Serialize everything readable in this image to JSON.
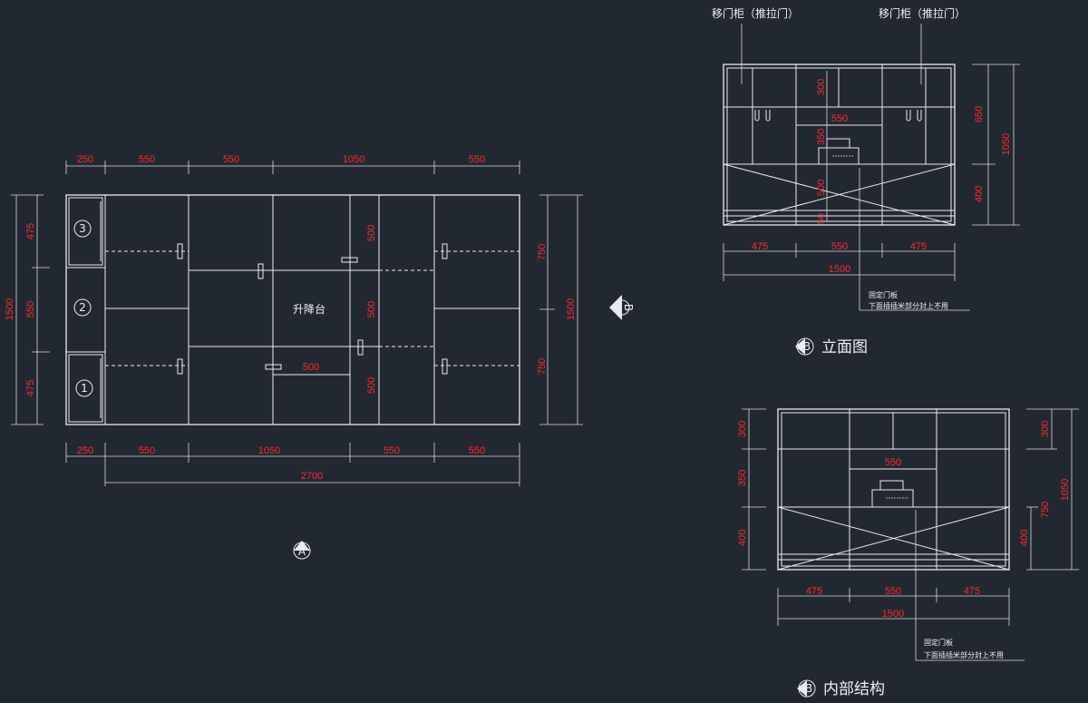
{
  "plan": {
    "top_dims": [
      "250",
      "550",
      "550",
      "1050",
      "550"
    ],
    "bottom_dims": [
      "250",
      "550",
      "1050",
      "550",
      "550"
    ],
    "total_width": "2700",
    "left_dims": [
      "475",
      "550",
      "475"
    ],
    "left_total": "1500",
    "right_dims": [
      "750",
      "750"
    ],
    "right_total": "1500",
    "inner_dims": [
      "500",
      "500",
      "500"
    ],
    "inner_h": "500",
    "lift_label": "升降台",
    "circles": [
      "3",
      "2",
      "1"
    ],
    "marker_a": "A",
    "marker_b": "B"
  },
  "elevation": {
    "labels": [
      "移门柜（推拉门）",
      "移门柜（推拉门）"
    ],
    "inner": [
      "300",
      "550",
      "350",
      "500",
      "50"
    ],
    "right_dims": [
      "650",
      "400"
    ],
    "right_total": "1050",
    "bottom_dims": [
      "475",
      "550",
      "475"
    ],
    "total": "1500",
    "note1": "固定门板",
    "note2": "下面插插米部分封上不用",
    "title": "立面图",
    "marker": "B"
  },
  "structure": {
    "left_dims": [
      "300",
      "350",
      "400"
    ],
    "right_dims": [
      "300",
      "750",
      "400"
    ],
    "right_total": "1050",
    "inner": [
      "550"
    ],
    "bottom_dims": [
      "475",
      "550",
      "475"
    ],
    "total": "1500",
    "note1": "固定门板",
    "note2": "下面插插米部分封上不用",
    "title": "内部结构",
    "marker": "B"
  }
}
